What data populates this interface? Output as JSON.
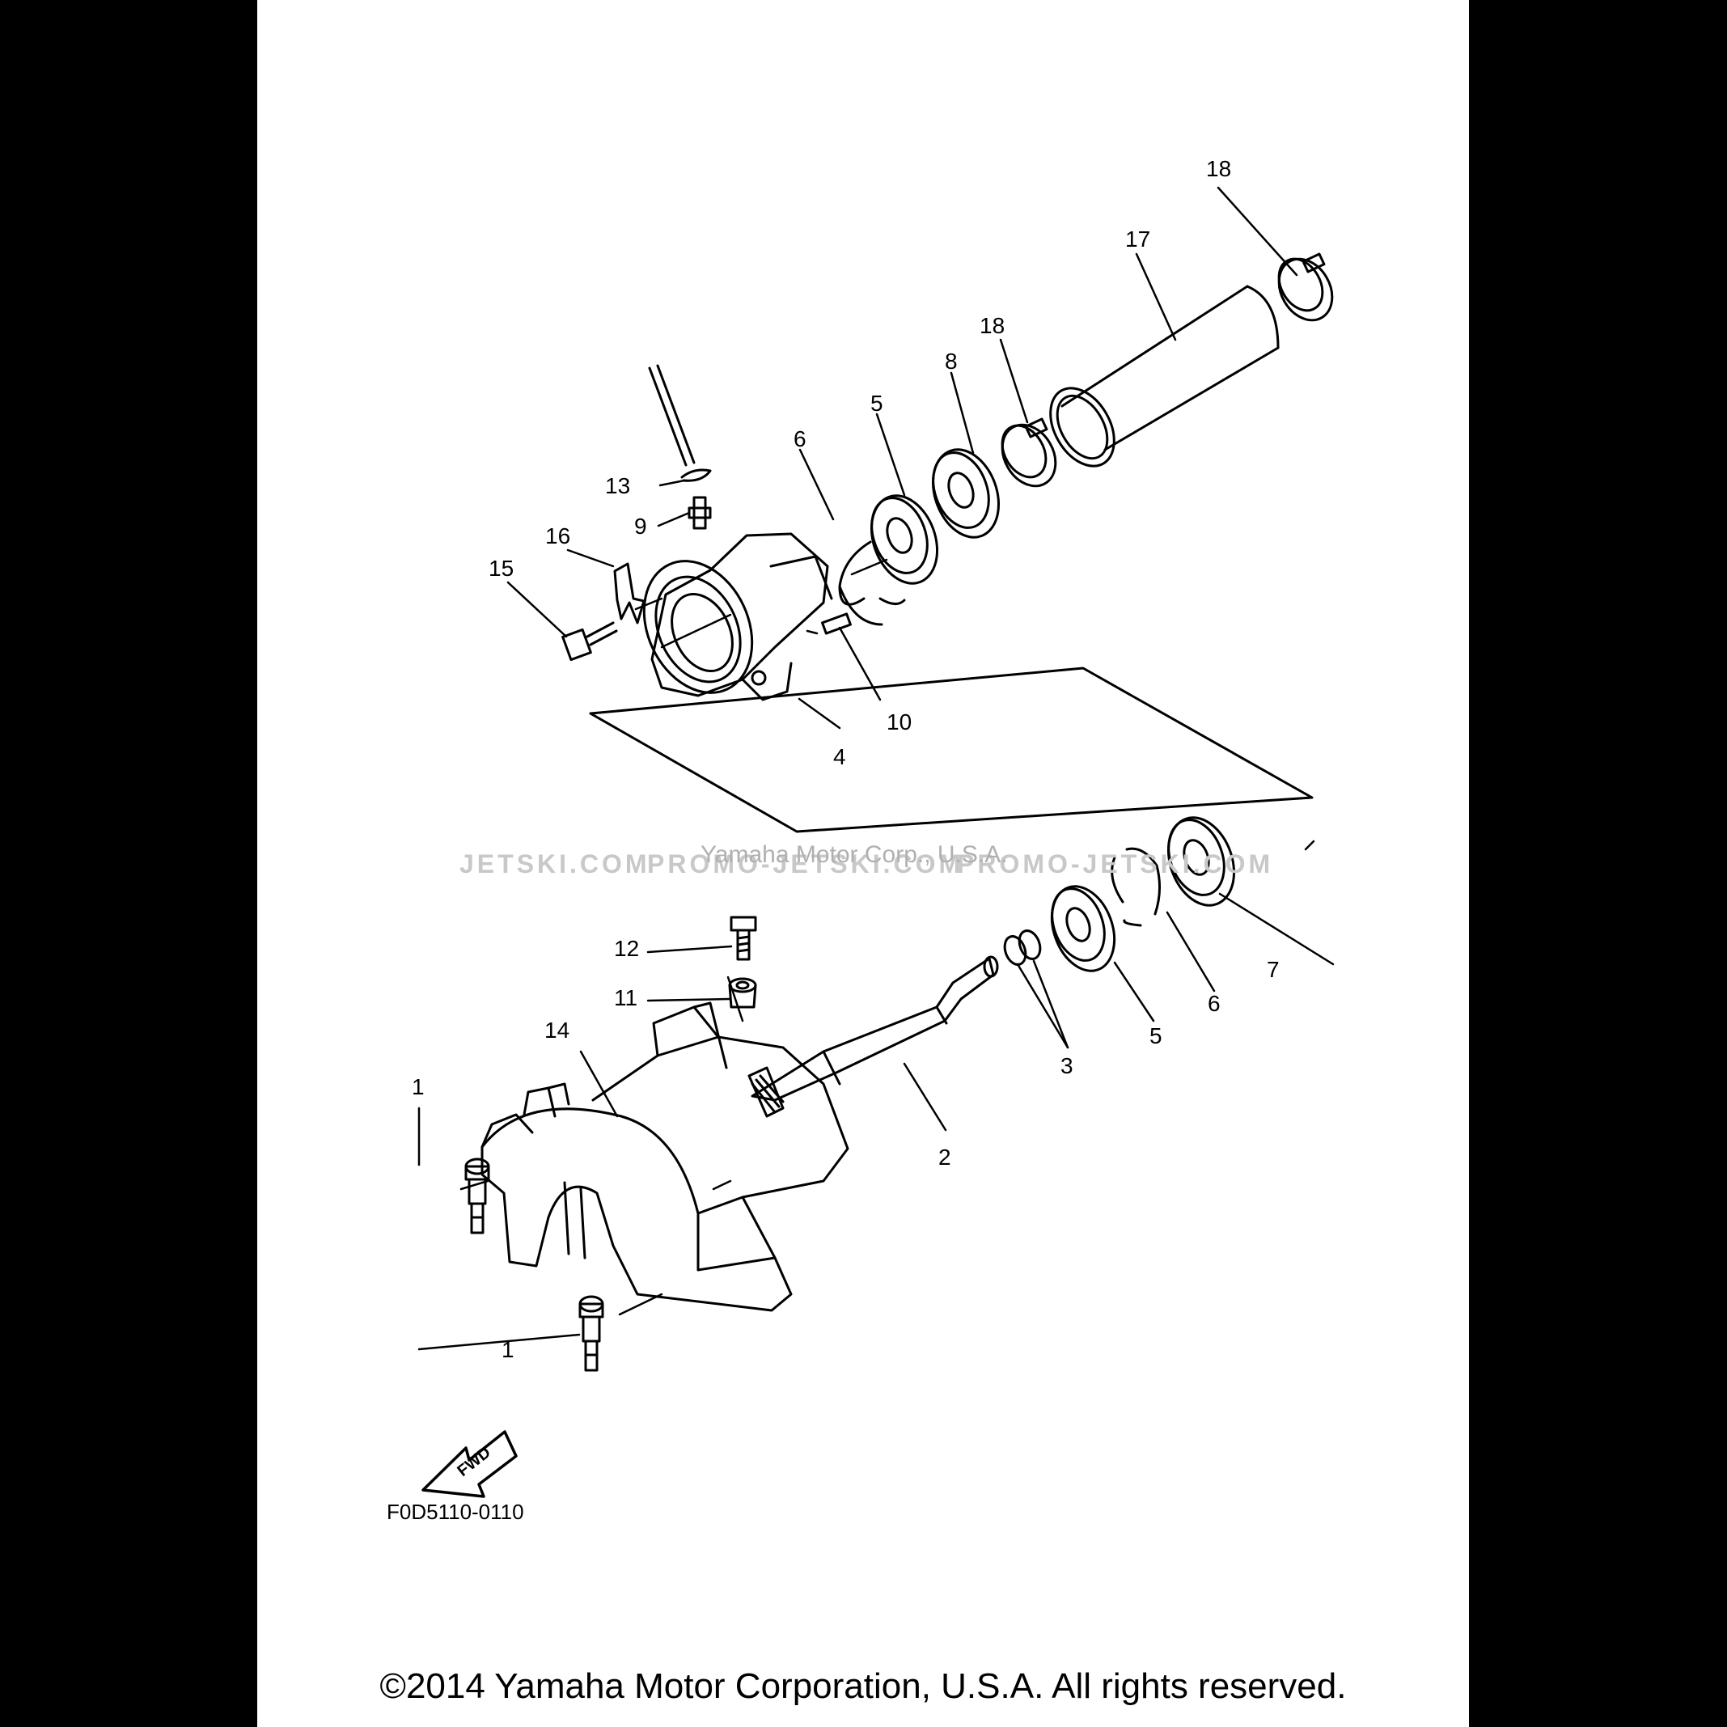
{
  "diagram": {
    "callouts": {
      "c18a": "18",
      "c17": "17",
      "c18b": "18",
      "c8": "8",
      "c5a": "5",
      "c6a": "6",
      "c13": "13",
      "c9": "9",
      "c16": "16",
      "c15": "15",
      "c10": "10",
      "c4": "4",
      "c12": "12",
      "c11": "11",
      "c14": "14",
      "c1a": "1",
      "c1b": "1",
      "c2": "2",
      "c3": "3",
      "c5b": "5",
      "c6b": "6",
      "c7": "7"
    },
    "fwd_label": "FWD",
    "figure_code": "F0D5110-0110",
    "watermark": {
      "left": "JETSKI.COM",
      "middle": "PROMO-JETSKI.COM",
      "right": "PROMO-JETSKI.COM",
      "center": "Yamaha Motor Corp., U.S.A."
    }
  },
  "footer": {
    "copyright": "©2014 Yamaha Motor Corporation, U.S.A. All rights reserved."
  }
}
